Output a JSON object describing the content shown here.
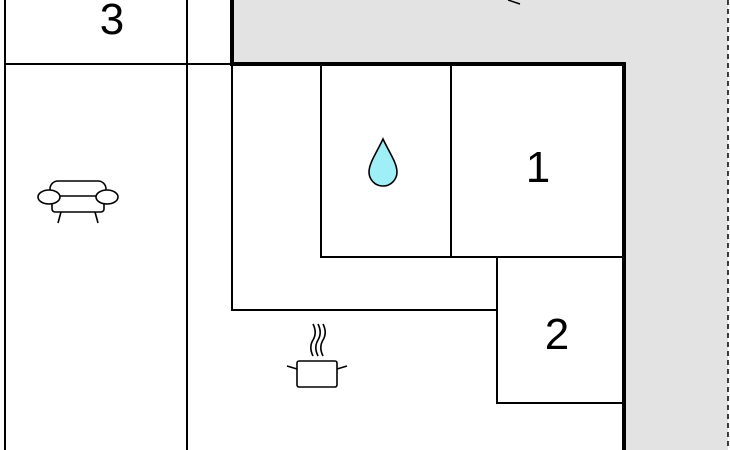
{
  "rooms": {
    "bedroom_1": {
      "number": "1"
    },
    "bedroom_2": {
      "number": "2"
    },
    "bedroom_3": {
      "number": "3"
    }
  },
  "icons": {
    "bathroom": "water-drop-icon",
    "living_room": "sofa-icon",
    "kitchen": "cooking-pot-icon"
  },
  "colors": {
    "outside_area": "#e3e3e3",
    "water_drop": "#9feff6",
    "walls": "#000000",
    "background": "#ffffff"
  }
}
